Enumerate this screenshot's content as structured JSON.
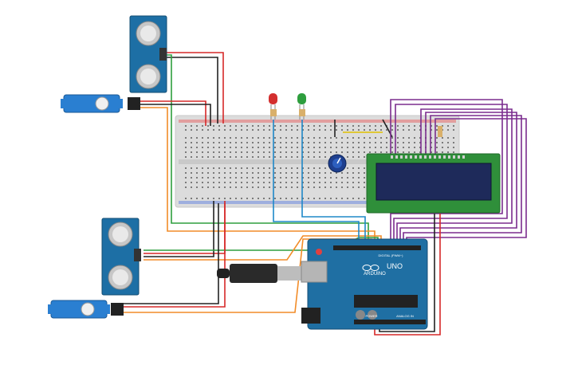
{
  "arduino": {
    "logo_text": "ARDUINO",
    "model": "UNO",
    "header_digital": "DIGITAL (PWM~)",
    "header_power": "POWER",
    "header_analog": "ANALOG IN",
    "color": "#1f6fa3"
  },
  "lcd": {
    "color": "#2f8f3a",
    "screen_color": "#1e2a5a"
  },
  "leds": [
    {
      "name": "red-led",
      "color": "#d32f2f"
    },
    {
      "name": "green-led",
      "color": "#2e9e3e"
    }
  ],
  "wire_colors": {
    "red": "#d62828",
    "black": "#222222",
    "orange": "#f28c28",
    "green": "#2e9e3e",
    "blue": "#1e88c8",
    "purple": "#7b2d8e",
    "yellow": "#e0c000"
  }
}
